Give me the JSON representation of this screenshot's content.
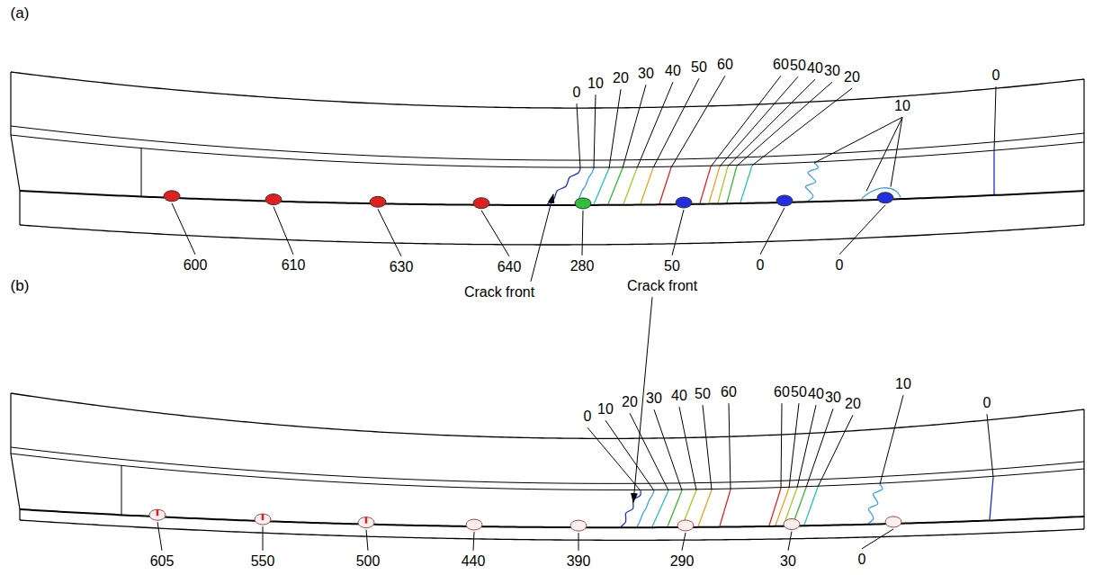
{
  "diagram": {
    "labels": [
      "(a)",
      "0",
      "10",
      "20",
      "30",
      "40",
      "50",
      "60",
      "60",
      "50",
      "40",
      "30",
      "20",
      "10",
      "0",
      "600",
      "610",
      "630",
      "640",
      "280",
      "50",
      "0",
      "0",
      "Crack front",
      "(b)",
      "Crack front",
      "0",
      "10",
      "20",
      "30",
      "40",
      "50",
      "60",
      "60",
      "50",
      "40",
      "30",
      "20",
      "10",
      "0",
      "605",
      "550",
      "500",
      "440",
      "390",
      "290",
      "30",
      "0"
    ]
  }
}
